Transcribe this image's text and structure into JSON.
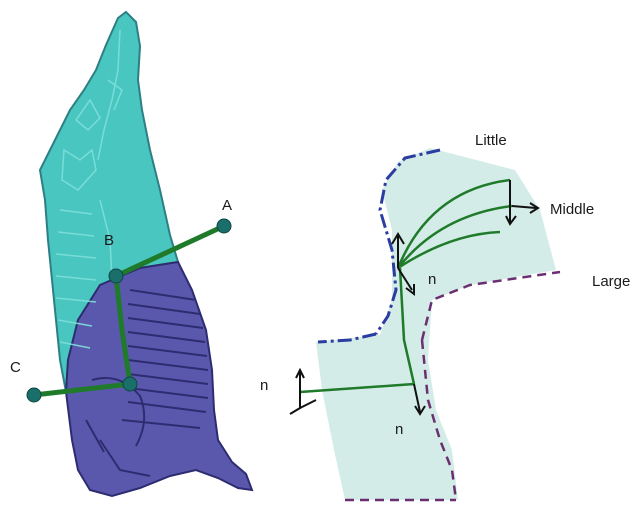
{
  "left_diagram": {
    "points": [
      {
        "label": "A"
      },
      {
        "label": "B"
      },
      {
        "label": "C"
      }
    ]
  },
  "right_diagram": {
    "labels": {
      "little": "Little",
      "middle": "Middle",
      "large": "Large",
      "n_upper": "n",
      "n_left": "n",
      "n_lower": "n"
    }
  },
  "colors": {
    "carcass_upper": "#49c6c0",
    "carcass_lower": "#5a58ad",
    "rib_lines": "#2e2c70",
    "path_green": "#1f7a2a",
    "marker_teal": "#1a6f6b",
    "panel_fill": "#d4ece8",
    "dashed_edge": "#6a2f70",
    "dashdot_edge": "#2a3da0"
  }
}
